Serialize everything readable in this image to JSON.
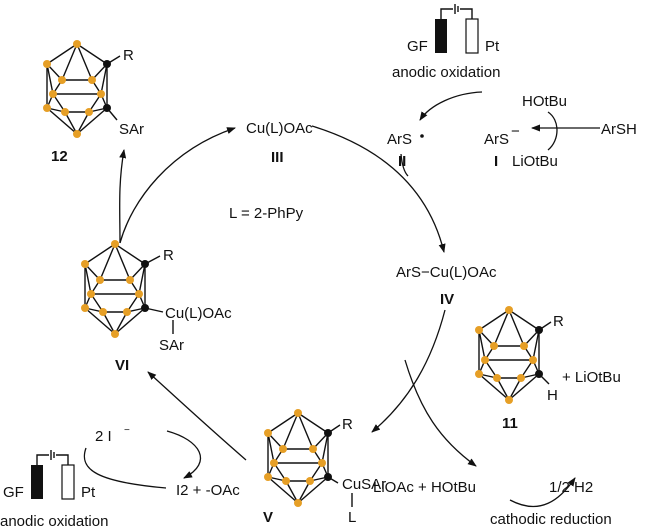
{
  "colors": {
    "cage_vertex": "#E69F26",
    "substituent_vertex": "#111111",
    "line": "#111111"
  },
  "labels": {
    "III_species": "Cu(L)OAc",
    "III_num": "III",
    "ligand": "L = 2-PhPy",
    "II_species": "ArS",
    "II_num": "II",
    "I_species": "ArS",
    "I_num": "I",
    "hotbu_top": "HOtBu",
    "arsh": "ArSH",
    "liotbu_top": "LiOtBu",
    "IV_species": "ArS−Cu(L)OAc",
    "IV_num": "IV",
    "num_12": "12",
    "num_11": "11",
    "plus_liotbu": "+ LiOtBu",
    "VI_cu": "Cu(L)OAc",
    "VI_sar": "SAr",
    "VI_num": "VI",
    "V_cusar": "CuSAr",
    "V_L": "L",
    "V_num": "V",
    "two_iodide": "2 I",
    "iodine_acetate": "I2 + -OAc",
    "products_bottom": "LiOAc + HOtBu",
    "half_h2": "1/2 H2",
    "cathodic": "cathodic reduction",
    "anodic_top": "anodic oxidation",
    "anodic_bottom": "anodic oxidation",
    "gf": "GF",
    "pt": "Pt",
    "R": "R",
    "SAr": "SAr",
    "H": "H"
  }
}
